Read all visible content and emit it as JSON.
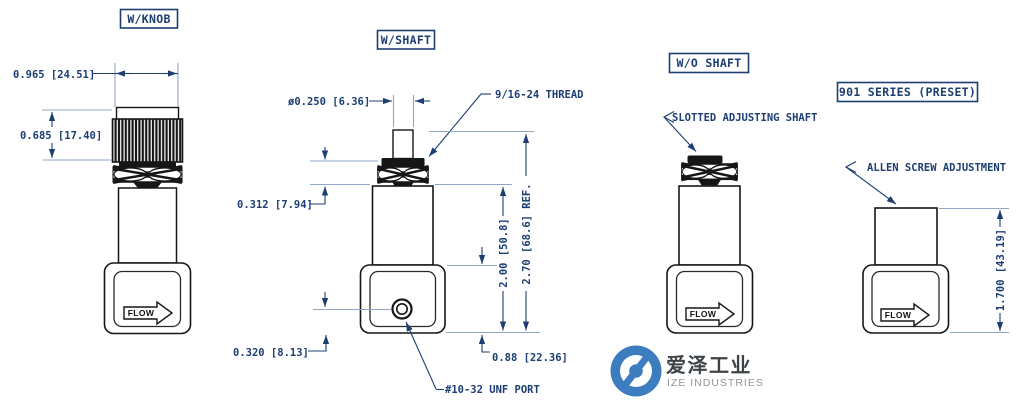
{
  "colors": {
    "dimension_navy": "#1d3e72",
    "extension_blue": "#8fa6c6",
    "drawing_ink": "#161616",
    "logo_blue": "#3c7dbf",
    "logo_text_dark": "#3e4347",
    "logo_text_gray": "#8e9498"
  },
  "views": {
    "knob": {
      "label": "W/KNOB",
      "dim_width": "0.965 [24.51]",
      "dim_height": "0.685 [17.40]",
      "flow": "FLOW"
    },
    "shaft": {
      "label": "W/SHAFT",
      "dim_dia": "ø0.250 [6.36]",
      "thread_callout": "9/16-24 THREAD",
      "dim_nut": "0.312 [7.94]",
      "dim_body": "2.00 [50.8]",
      "dim_total": "2.70 [68.6] REF.",
      "dim_port_height": "0.320 [8.13]",
      "dim_lower_body": "0.88 [22.36]",
      "port_callout": "#10-32 UNF PORT"
    },
    "no_shaft": {
      "label": "W/O SHAFT",
      "callout": "SLOTTED ADJUSTING SHAFT",
      "flow": "FLOW"
    },
    "preset": {
      "label": "901 SERIES (PRESET)",
      "callout": "ALLEN SCREW ADJUSTMENT",
      "dim_height": "1.700 [43.19]",
      "flow": "FLOW"
    }
  },
  "logo": {
    "name_cn": "爱泽工业",
    "name_en": "IZE INDUSTRIES"
  }
}
